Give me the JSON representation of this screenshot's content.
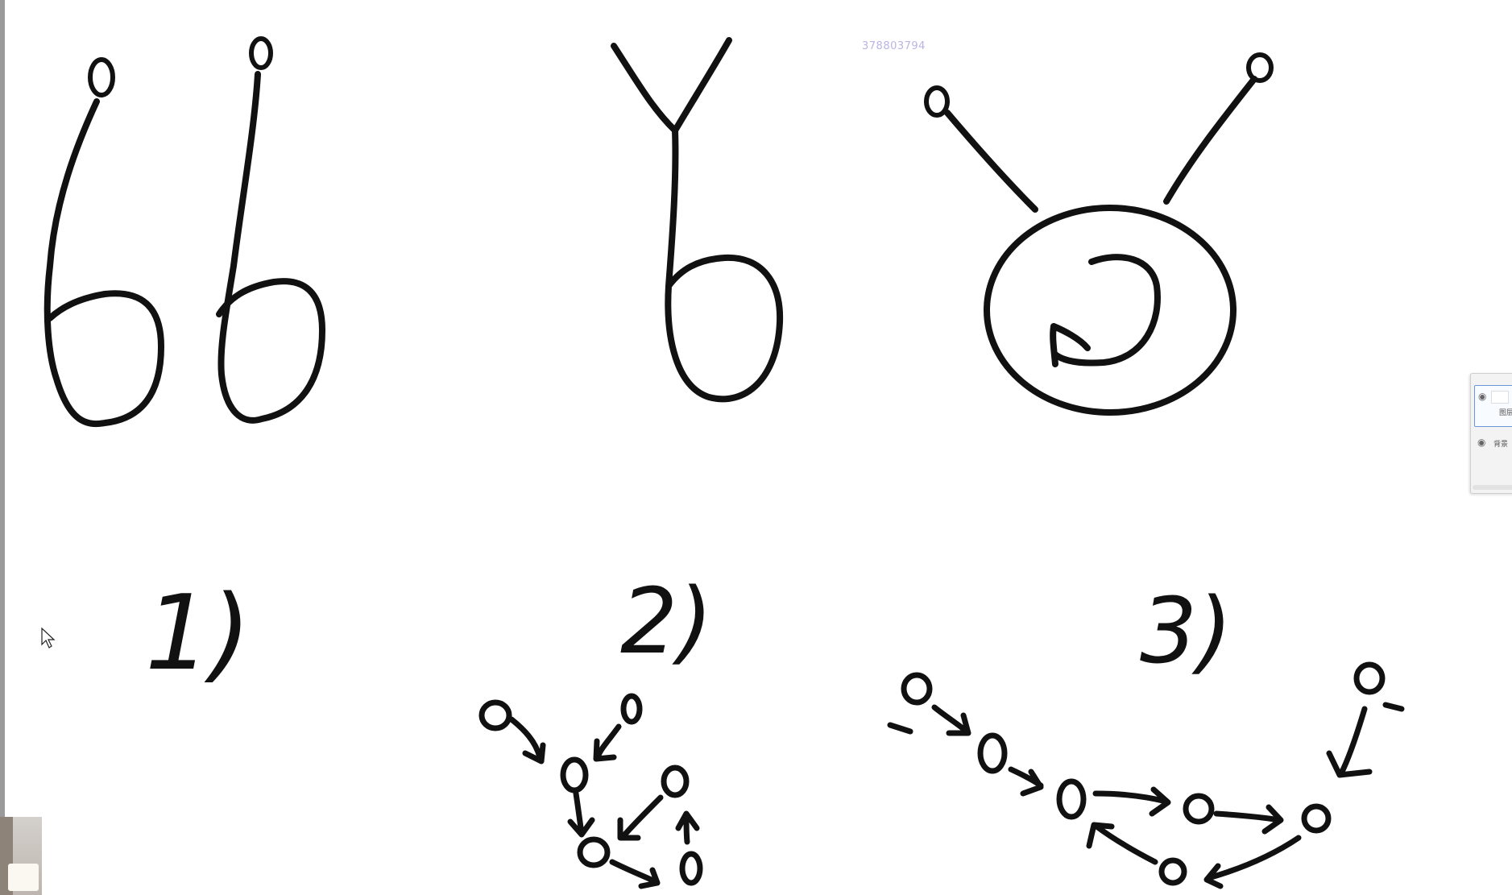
{
  "watermark": {
    "text": "378803794"
  },
  "drawing": {
    "labels": [
      {
        "text": "1)"
      },
      {
        "text": "2)"
      },
      {
        "text": "3)"
      }
    ]
  },
  "layers_panel": {
    "active_layer": {
      "eye_icon": "eye-icon",
      "label": "图层"
    },
    "background_layer": {
      "eye_icon": "eye-icon",
      "label": "背景"
    }
  },
  "colors": {
    "ink": "#111111",
    "canvas": "#ffffff",
    "left_bar": "#9a9a9a",
    "watermark": "#b9b4e6",
    "panel_highlight": "#6d96d8"
  }
}
